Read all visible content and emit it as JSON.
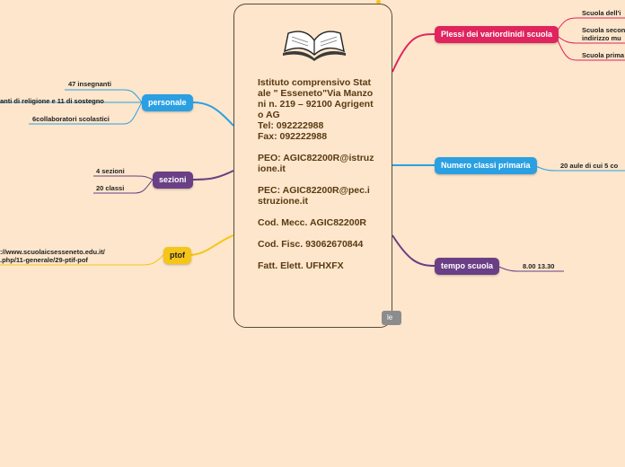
{
  "center": {
    "text": "Istituto comprensivo Statale \" Esseneto\"Via Manzoni n. 219 – 92100 Agrigento AG\nTel: 092222988\nFax: 092222988\n\nPEO: AGIC82200R@istruzione.it\n\nPEC: AGIC82200R@pec.istruzione.it\n\nCod. Mecc. AGIC82200R\n\nCod. Fisc. 93062670844\n\nFatt. Elett. UFHXFX",
    "icon": "open-book-icon"
  },
  "ghost_label": "le",
  "branches": {
    "personale": {
      "label": "personale",
      "color": "#2aa0e3",
      "leaves": [
        "47 insegnanti",
        "anti di religione e 11 di sostegno",
        "6collaboratori scolastici"
      ]
    },
    "sezioni": {
      "label": "sezioni",
      "color": "#6a3f86",
      "leaves": [
        "4 sezioni",
        "20 classi"
      ]
    },
    "ptof": {
      "label": "ptof",
      "color": "#f5c518",
      "text_color": "#222",
      "leaves": [
        "://www.scuolaicsesseneto.edu.it/\n.php/11-generale/29-ptif-pof"
      ]
    },
    "plessi": {
      "label": "Plessi dei variordinidi scuola",
      "color": "#e0245e",
      "leaves": [
        "Scuola dell'i",
        "Scuola secon\nindirizzo mu",
        "Scuola prima"
      ]
    },
    "classi": {
      "label": "Numero classi primaria",
      "color": "#2aa0e3",
      "leaves": [
        "20 aule di cui 5 co"
      ]
    },
    "tempo": {
      "label": "tempo scuola",
      "color": "#6a3f86",
      "leaves": [
        "8.00 13.30"
      ]
    }
  }
}
